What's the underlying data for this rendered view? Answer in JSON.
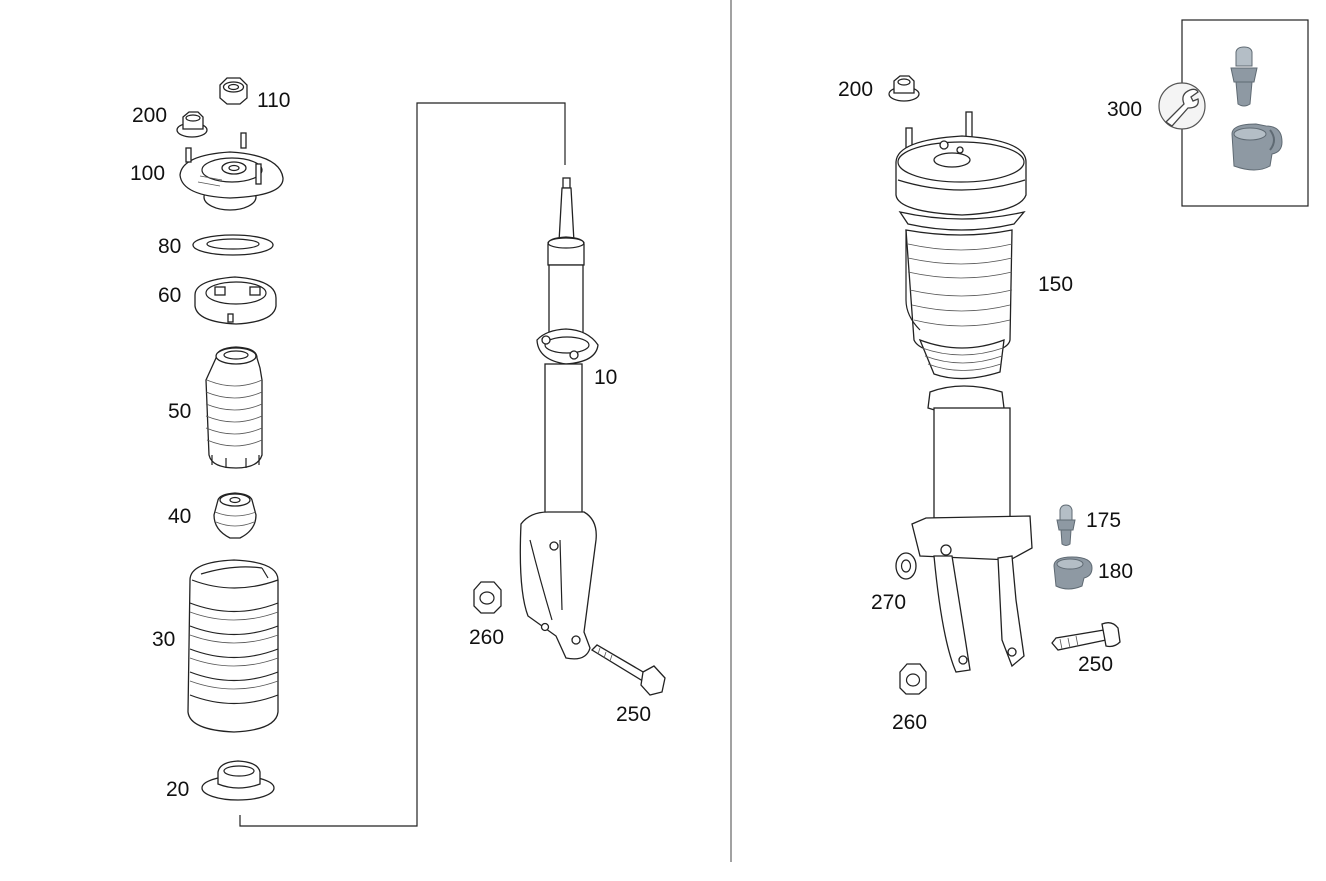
{
  "diagram": {
    "left_assembly": {
      "labels": {
        "p110": "110",
        "p200": "200",
        "p100": "100",
        "p80": "80",
        "p60": "60",
        "p50": "50",
        "p40": "40",
        "p30": "30",
        "p20": "20",
        "p10": "10",
        "p260": "260",
        "p250": "250"
      }
    },
    "right_assembly": {
      "labels": {
        "p200": "200",
        "p300": "300",
        "p150": "150",
        "p175": "175",
        "p180": "180",
        "p270": "270",
        "p260": "260",
        "p250": "250"
      }
    },
    "colors": {
      "line": "#222222",
      "tool_part": "#8e99a3",
      "background": "#ffffff"
    },
    "icons": {
      "tool_icon": "wrench-icon"
    }
  }
}
